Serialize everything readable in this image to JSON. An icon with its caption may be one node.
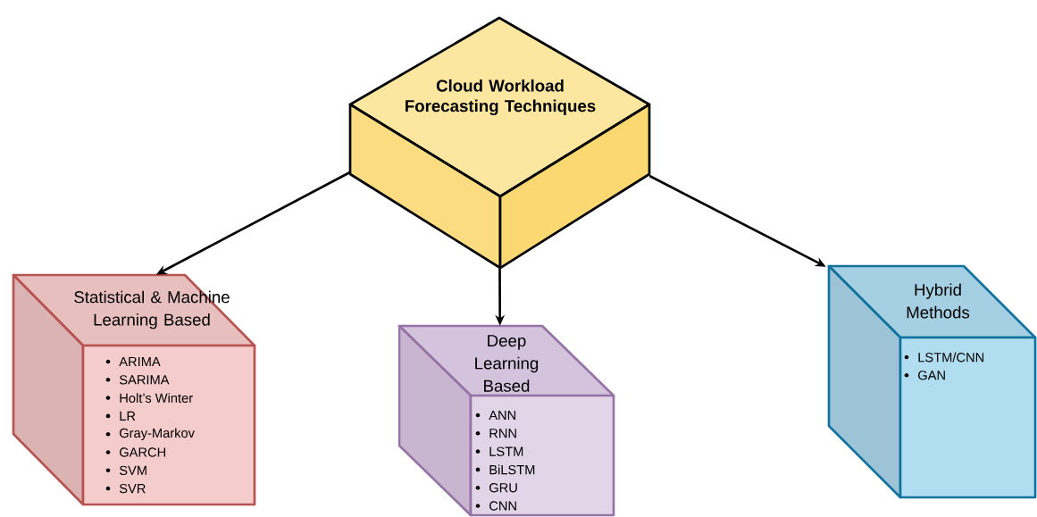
{
  "diagram": {
    "nodes": [
      {
        "text": [
          "Cloud Workload Forecasting Techniques"
        ]
      },
      {
        "text": [
          "Statistical & Machine Learning Based",
          "ARIMA",
          "SARIMA",
          "Holt’s Winter",
          "LR",
          "Gray-Markov",
          "GARCH",
          "SVM",
          "SVR"
        ]
      },
      {
        "text": [
          "Deep Learning Based",
          "ANN",
          "RNN",
          "LSTM",
          "BiLSTM",
          "GRU",
          "CNN"
        ]
      },
      {
        "text": [
          "Hybrid Methods",
          "LSTM/CNN",
          "GAN"
        ]
      }
    ],
    "edges": [
      {
        "from": 0,
        "to": 1,
        "arrow": "to"
      },
      {
        "from": 0,
        "to": 2,
        "arrow": "to"
      },
      {
        "from": 0,
        "to": 3,
        "arrow": "to"
      }
    ]
  }
}
